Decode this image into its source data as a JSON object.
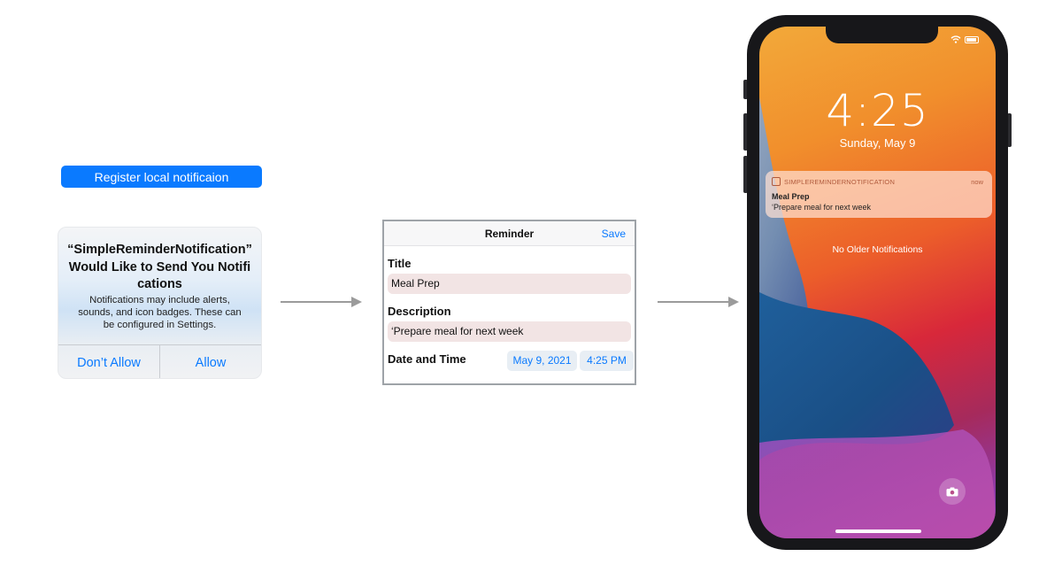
{
  "register_button": {
    "label": "Register local notificaion"
  },
  "permission_alert": {
    "title": "“SimpleReminderNotification” Would Like to Send You Notifications",
    "message": "Notifications may include alerts, sounds, and icon badges. These can be configured in Settings.",
    "deny_label": "Don’t Allow",
    "allow_label": "Allow"
  },
  "reminder_form": {
    "nav_title": "Reminder",
    "save_label": "Save",
    "title_label": "Title",
    "title_value": "Meal Prep",
    "description_label": "Description",
    "description_value": "‘Prepare meal for next week",
    "datetime_label": "Date and Time",
    "date_value": "May 9, 2021",
    "time_value": "4:25 PM"
  },
  "lock_screen": {
    "time": "4:25",
    "date": "Sunday, May 9",
    "notification": {
      "app_name": "SIMPLEREMINDERNOTIFICATION",
      "timestamp": "now",
      "title": "Meal Prep",
      "body": "‘Prepare meal for next week"
    },
    "older_notifications": "No Older Notifications"
  },
  "colors": {
    "accent": "#0a7aff",
    "field_background": "#f2e4e4",
    "arrow": "#9b9b9b"
  },
  "icons": [
    "calendar-icon",
    "wifi-icon",
    "battery-icon",
    "camera-icon"
  ]
}
